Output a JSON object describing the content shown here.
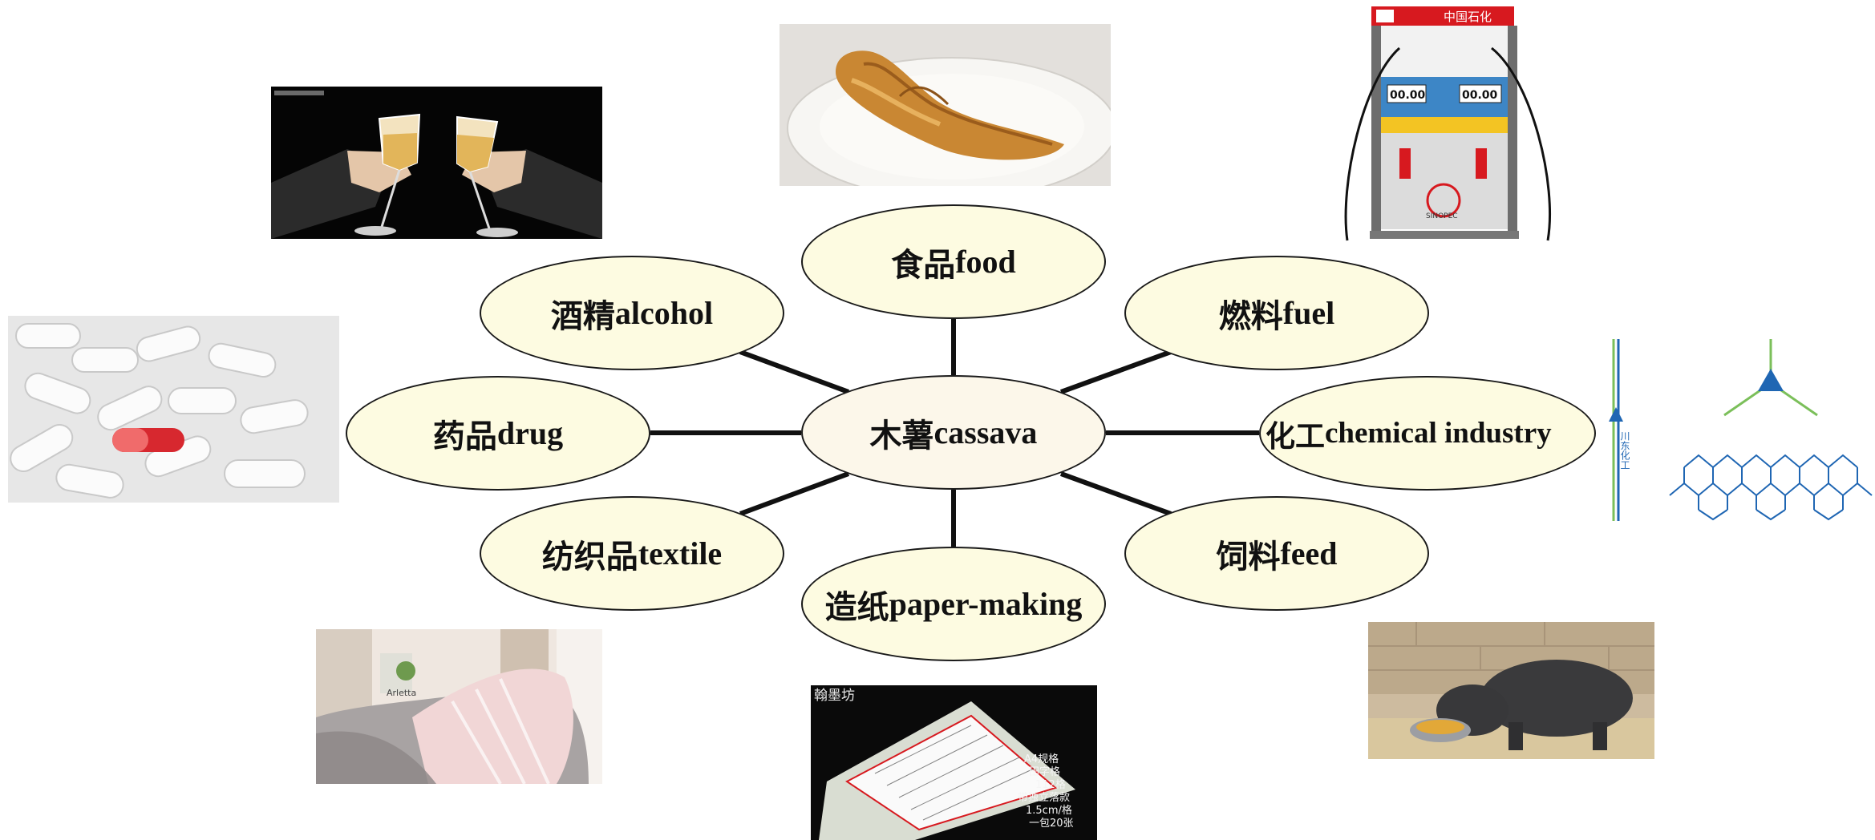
{
  "diagram": {
    "center": {
      "cn": "木薯",
      "en": "cassava"
    },
    "nodes": {
      "food": {
        "cn": "食品",
        "en": "food"
      },
      "alcohol": {
        "cn": "酒精",
        "en": "alcohol"
      },
      "fuel": {
        "cn": "燃料",
        "en": "fuel"
      },
      "drug": {
        "cn": "药品",
        "en": "drug"
      },
      "chemical": {
        "cn": "化工",
        "en": "chemical industry"
      },
      "textile": {
        "cn": "纺织品",
        "en": "textile"
      },
      "feed": {
        "cn": "饲料",
        "en": "feed"
      },
      "paper": {
        "cn": "造纸",
        "en": "paper-making"
      }
    }
  },
  "photos": {
    "pump": {
      "brand": "中国石化",
      "display_left": "00.00",
      "display_right": "00.00",
      "logo": "SINOPEC"
    },
    "chemical_logo": {
      "vertical_text": "川东化工"
    },
    "paper": {
      "shop": "翰墨坊",
      "note_lines": [
        "A4规格",
        "田字格",
        "112格",
        "带独立落款",
        "1.5cm/格",
        "一包20张"
      ]
    },
    "blanket": {
      "brand": "Arletta"
    }
  },
  "colors": {
    "node_fill": "#fdfbe1",
    "center_fill": "#fcf7ea",
    "line": "#111111",
    "pump_red": "#d7191f",
    "pump_blue": "#3d86c6",
    "pump_yellow": "#f3c423",
    "chem_blue": "#1f66b3",
    "chem_green": "#7bbf5a"
  }
}
